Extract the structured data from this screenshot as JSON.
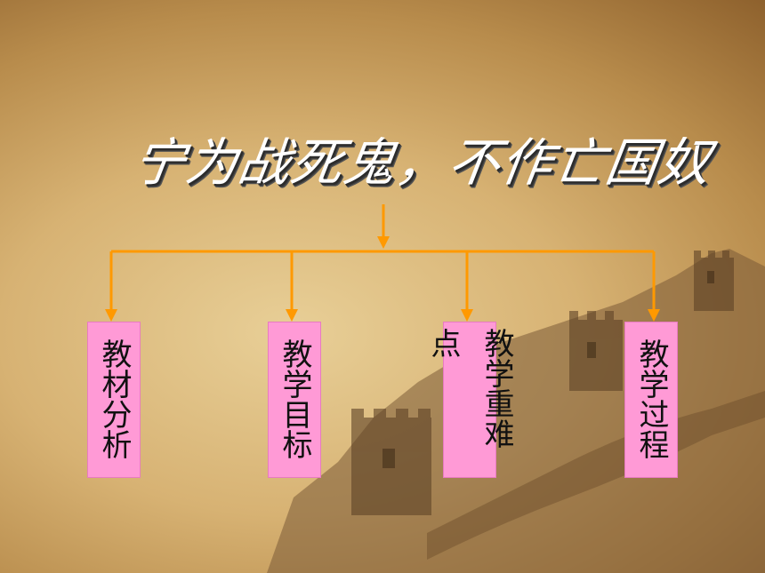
{
  "title": "宁为战死鬼，不作亡国奴",
  "branches": [
    {
      "label": "教材分析"
    },
    {
      "label": "教学目标"
    },
    {
      "label": "教学重难点"
    },
    {
      "label": "教学过程"
    }
  ],
  "colors": {
    "connector": "#ff9900",
    "box_fill": "#ff9ad6",
    "title_text": "#ffffff"
  }
}
